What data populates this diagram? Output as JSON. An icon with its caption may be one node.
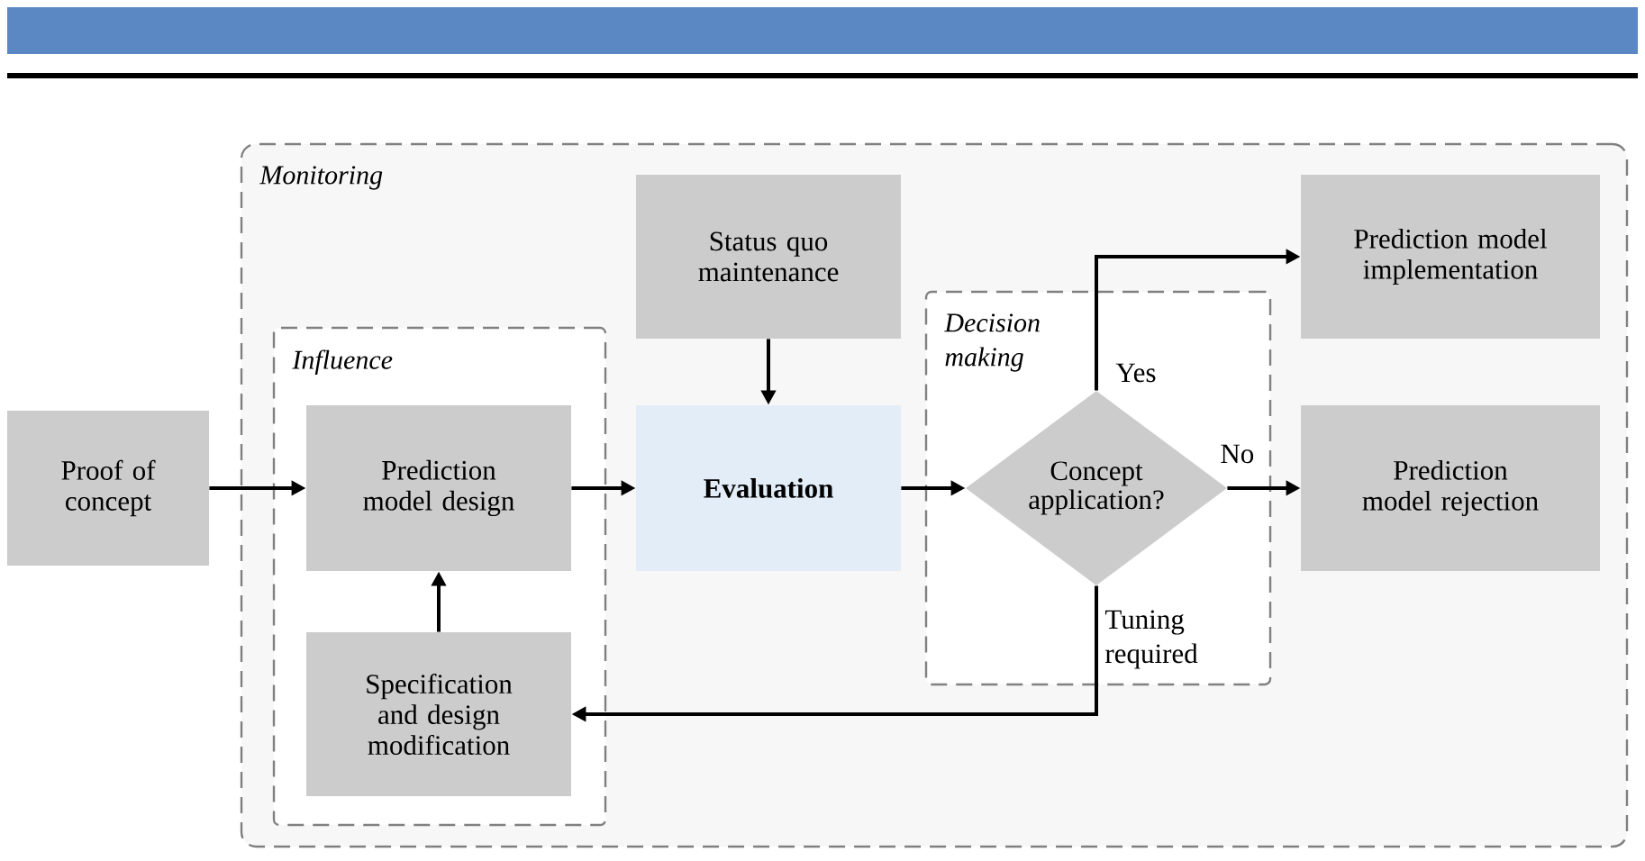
{
  "diagram": {
    "nodes": [
      {
        "text": [
          "Monitoring"
        ]
      },
      {
        "text": [
          "Proof of concept"
        ]
      },
      {
        "text": [
          "Influence"
        ],
        "in": 0
      },
      {
        "text": [
          "Prediction model design"
        ],
        "in": 2
      },
      {
        "text": [
          "Specification and design modification"
        ],
        "in": 2
      },
      {
        "text": [
          "Status quo maintenance"
        ],
        "in": 0
      },
      {
        "text": [
          "Evaluation"
        ],
        "in": 0
      },
      {
        "text": [
          "Decision making"
        ],
        "in": 0
      },
      {
        "text": [
          "Concept application?"
        ],
        "in": 7
      },
      {
        "text": [
          "Prediction model implementation"
        ],
        "in": 0
      },
      {
        "text": [
          "Prediction model rejection"
        ],
        "in": 0
      }
    ],
    "edges": [
      {
        "from": 1,
        "to": 3,
        "arrow": "to"
      },
      {
        "from": 4,
        "to": 3,
        "arrow": "to"
      },
      {
        "from": 3,
        "to": 6,
        "arrow": "to"
      },
      {
        "from": 5,
        "to": 6,
        "arrow": "to"
      },
      {
        "from": 6,
        "to": 8,
        "arrow": "to"
      },
      {
        "from": 8,
        "to": 9,
        "arrow": "to",
        "label": "Yes"
      },
      {
        "from": 8,
        "to": 10,
        "arrow": "to",
        "label": "No"
      },
      {
        "from": 8,
        "to": 4,
        "arrow": "to",
        "label": "Tuning required"
      }
    ]
  }
}
